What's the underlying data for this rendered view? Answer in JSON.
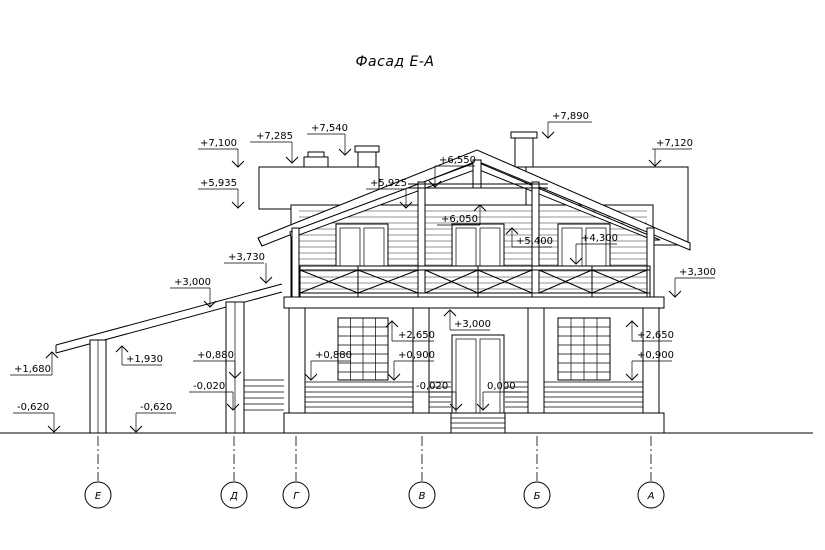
{
  "title": "Фасад Е-А",
  "levels": [
    {
      "id": "lv1",
      "text": "+7,100"
    },
    {
      "id": "lv2",
      "text": "+7,285"
    },
    {
      "id": "lv3",
      "text": "+7,540"
    },
    {
      "id": "lv4",
      "text": "+7,890"
    },
    {
      "id": "lv5",
      "text": "+7,120"
    },
    {
      "id": "lv6",
      "text": "+6,550"
    },
    {
      "id": "lv7",
      "text": "+5,935"
    },
    {
      "id": "lv8",
      "text": "+5,925"
    },
    {
      "id": "lv9",
      "text": "+6,050"
    },
    {
      "id": "lv10",
      "text": "+5,400"
    },
    {
      "id": "lv11",
      "text": "+4,300"
    },
    {
      "id": "lv12",
      "text": "+3,730"
    },
    {
      "id": "lv13",
      "text": "+3,300"
    },
    {
      "id": "lv14",
      "text": "+3,000"
    },
    {
      "id": "lv15",
      "text": "+3,000"
    },
    {
      "id": "lv16",
      "text": "+2,650"
    },
    {
      "id": "lv17",
      "text": "+2,650"
    },
    {
      "id": "lv18",
      "text": "+1,930"
    },
    {
      "id": "lv19",
      "text": "+1,680"
    },
    {
      "id": "lv20",
      "text": "+0,880"
    },
    {
      "id": "lv21",
      "text": "+0,880"
    },
    {
      "id": "lv22",
      "text": "+0,900"
    },
    {
      "id": "lv23",
      "text": "+0,900"
    },
    {
      "id": "lv24",
      "text": "-0,020"
    },
    {
      "id": "lv25",
      "text": "-0,020"
    },
    {
      "id": "lv26",
      "text": "0,000"
    },
    {
      "id": "lv27",
      "text": "-0,620"
    },
    {
      "id": "lv28",
      "text": "-0,620"
    }
  ],
  "axes": [
    "Е",
    "Д",
    "Г",
    "В",
    "Б",
    "А"
  ]
}
